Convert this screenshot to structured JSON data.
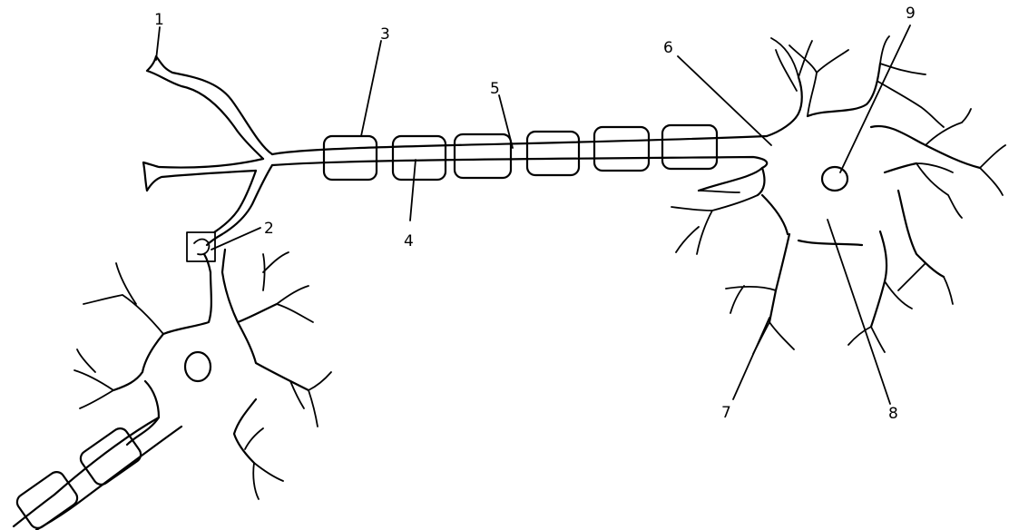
{
  "diagram": {
    "labels": [
      {
        "id": "1",
        "text": "1"
      },
      {
        "id": "2",
        "text": "2"
      },
      {
        "id": "3",
        "text": "3"
      },
      {
        "id": "4",
        "text": "4"
      },
      {
        "id": "5",
        "text": "5"
      },
      {
        "id": "6",
        "text": "6"
      },
      {
        "id": "7",
        "text": "7"
      },
      {
        "id": "8",
        "text": "8"
      },
      {
        "id": "9",
        "text": "9"
      }
    ]
  },
  "colors": {
    "background": "#ffffff",
    "ink": "#000000"
  }
}
